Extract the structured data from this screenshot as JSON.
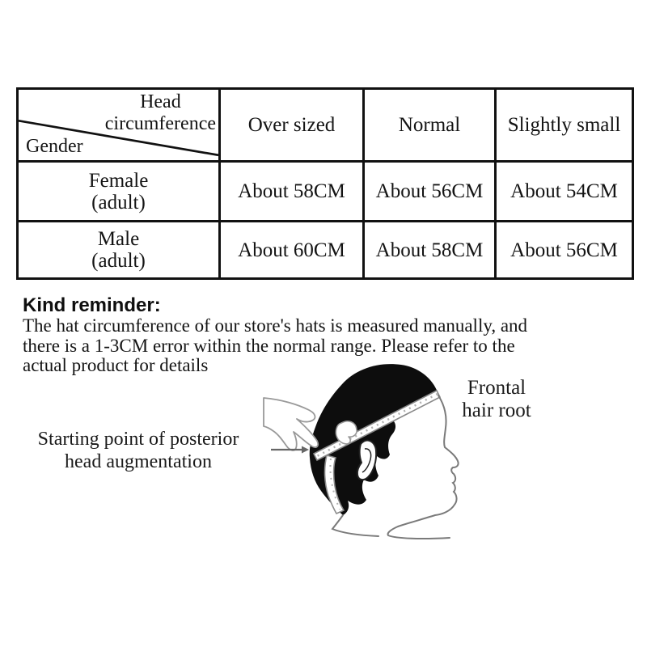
{
  "size_table": {
    "corner": {
      "head_line1": "Head",
      "head_line2": "circumference",
      "gender": "Gender"
    },
    "columns": [
      "Over sized",
      "Normal",
      "Slightly small"
    ],
    "rows": [
      {
        "label_line1": "Female",
        "label_line2": "(adult)",
        "values": [
          "About 58CM",
          "About 56CM",
          "About 54CM"
        ]
      },
      {
        "label_line1": "Male",
        "label_line2": "(adult)",
        "values": [
          "About 60CM",
          "About 58CM",
          "About 56CM"
        ]
      }
    ]
  },
  "reminder": {
    "title": "Kind reminder:",
    "lines": [
      "The hat circumference of our store's hats is measured manually, and",
      "there is a 1-3CM error within the normal range. Please refer to the",
      "actual product for details"
    ]
  },
  "diagram": {
    "frontal_label_line1": "Frontal",
    "frontal_label_line2": "hair root",
    "posterior_label_line1": "Starting point of posterior",
    "posterior_label_line2": "head augmentation"
  },
  "colors": {
    "ink": "#141414",
    "table_border": "#111111",
    "hair": "#0d0d0d",
    "outline_gray": "#7a7a7a",
    "arrow_gray": "#666666"
  }
}
